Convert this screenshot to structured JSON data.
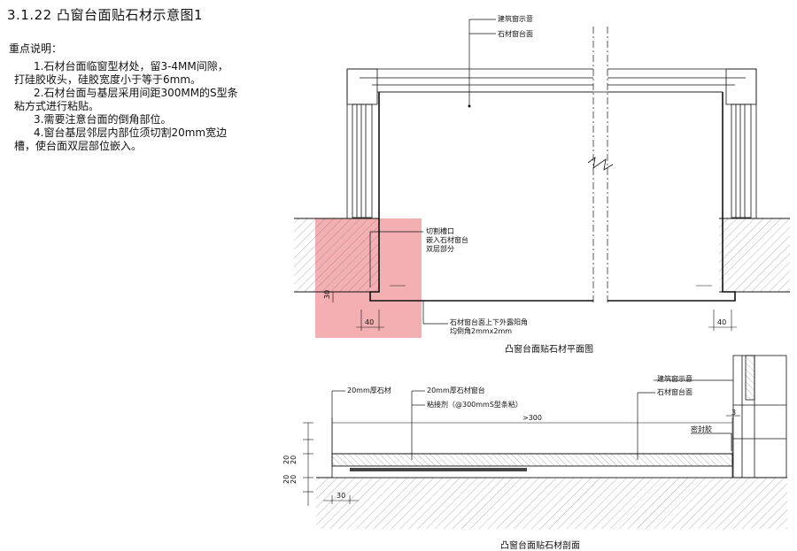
{
  "title": "3.1.22 凸窗台面贴石材示意图1",
  "notes": {
    "heading": "重点说明：",
    "items": [
      {
        "line1": "1.石材台面临窗型材处，留3-4MM间隙，",
        "line2": "打硅胶收头，硅胶宽度小于等于6mm。"
      },
      {
        "line1": "2.石材台面与基层采用间距300MM的S型条",
        "line2": "粘方式进行粘贴。"
      },
      {
        "line1": "3.需要注意台面的倒角部位。",
        "line2": ""
      },
      {
        "line1": "4.窗台基层邻层内部位须切割20mm宽边",
        "line2": "槽，使台面双层部位嵌入。"
      }
    ]
  },
  "plan": {
    "caption": "凸窗台面贴石材平面图",
    "label_window": "建筑窗示意",
    "label_stone_top": "石材窗台面",
    "label_groove_1": "切割槽口",
    "label_groove_2": "嵌入石材窗台",
    "label_groove_3": "双层部分",
    "label_chamfer_1": "石材窗台面上下外露阳角",
    "label_chamfer_2": "均倒角2mmx2mm",
    "dim_30": "30",
    "dim_40_left": "40",
    "dim_40_right": "40",
    "highlight_color": "#f2a6aa"
  },
  "section": {
    "caption": "凸窗台面贴石材剖面",
    "label_20mm_stone": "20mm厚石材",
    "label_stone_sill": "20mm厚石材窗台",
    "label_adhesive": "粘接剂（@300mmS型条粘）",
    "label_window": "建筑窗示意",
    "label_stone_top": "石材窗台面",
    "label_sealant": "密封胶",
    "dim_300": ">300",
    "dim_3": "3",
    "dim_20a": "20",
    "dim_20b": "20",
    "dim_20c": "20",
    "dim_20d": "20",
    "dim_30": "30"
  }
}
